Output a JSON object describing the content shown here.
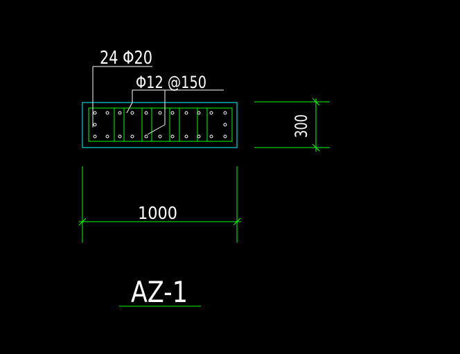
{
  "drawing": {
    "main_rebar_label": "24 Φ20",
    "stirrup_label": "Φ12 @150",
    "width_dimension": "1000",
    "height_dimension": "300",
    "element_title": "AZ-1"
  },
  "colors": {
    "background": "#000000",
    "section_outline": "#00ffff",
    "stirrup": "#00ff00",
    "rebar": "#ffffff",
    "dimension": "#00ff00",
    "leader": "#ffffff",
    "text": "#ffffff"
  }
}
